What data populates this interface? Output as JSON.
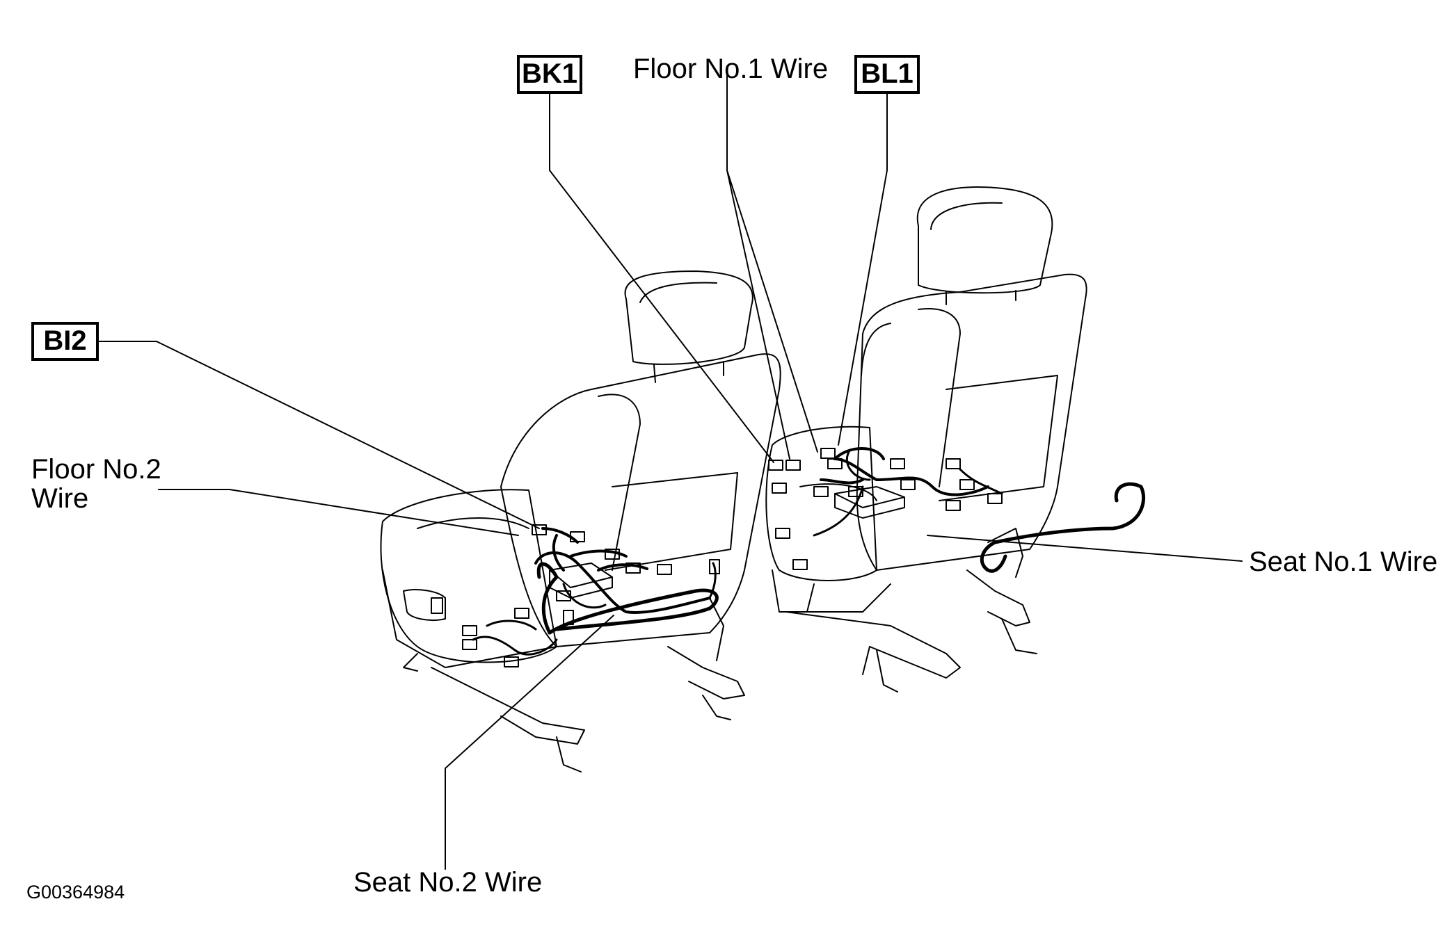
{
  "callouts": {
    "bk1": "BK1",
    "bl1": "BL1",
    "bi2": "BI2",
    "floor_no1_wire": "Floor No.1 Wire",
    "floor_no2_wire_line1": "Floor No.2",
    "floor_no2_wire_line2": "Wire",
    "seat_no1_wire": "Seat No.1 Wire",
    "seat_no2_wire": "Seat No.2 Wire"
  },
  "figure_code": "G00364984"
}
